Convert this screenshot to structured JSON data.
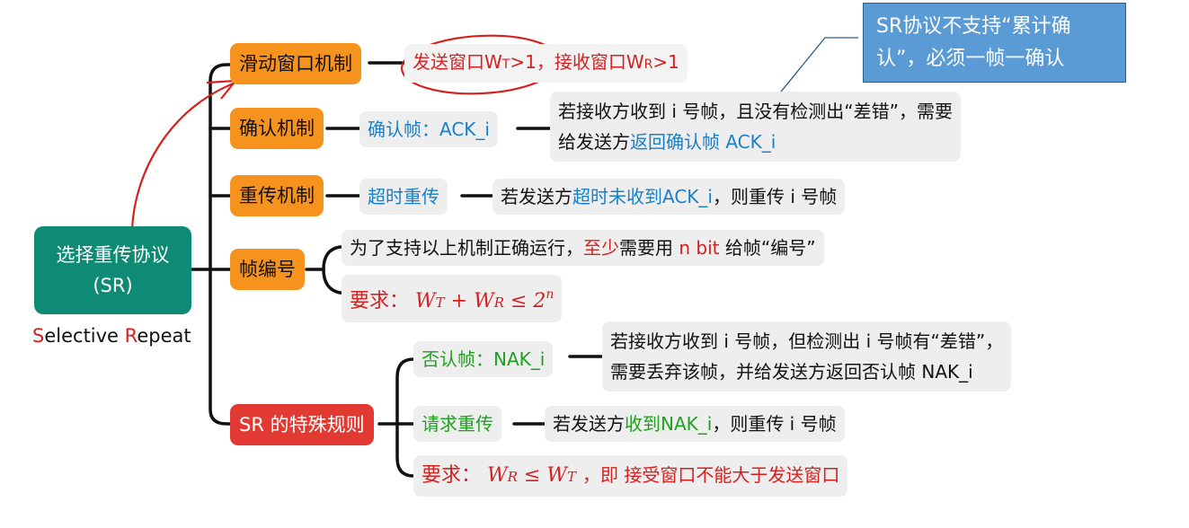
{
  "root": {
    "title_line1": "选择重传协议",
    "title_line2": "(SR)",
    "subtitle_S": "S",
    "subtitle_mid": "elective ",
    "subtitle_R": "R",
    "subtitle_end": "epeat"
  },
  "callout": {
    "line1": "SR协议不支持“累计确",
    "line2": "认”，必须一帧一确认"
  },
  "branches": {
    "window": {
      "label": "滑动窗口机制",
      "detail_a": "发送窗口W",
      "detail_a_sub": "T",
      "detail_a_tail": ">1，",
      "detail_b": "接收窗口W",
      "detail_b_sub": "R",
      "detail_b_tail": ">1"
    },
    "ack": {
      "label": "确认机制",
      "item": "确认帧：ACK_i",
      "desc_line1": "若接收方收到 i 号帧，且没有检测出“差错”，需要",
      "desc_line2_a": "给发送方",
      "desc_line2_b": "返回确认帧 ACK_i"
    },
    "retx": {
      "label": "重传机制",
      "item": "超时重传",
      "desc_a": "若发送方",
      "desc_b": "超时未收到ACK_i",
      "desc_c": "，则重传 i 号帧"
    },
    "numbering": {
      "label": "帧编号",
      "desc_a": "为了支持以上机制正确运行，",
      "desc_b": "至少",
      "desc_c": "需要用 ",
      "desc_d": "n bit",
      "desc_e": " 给帧“编号”",
      "req_label": "要求：",
      "req_math": "W",
      "req_sub1": "T",
      "req_plus": " + W",
      "req_sub2": "R",
      "req_rel": " ≤ 2",
      "req_sup": "n"
    },
    "special": {
      "label": "SR 的特殊规则",
      "nak_item": "否认帧：NAK_i",
      "nak_line1": "若接收方收到 i 号帧，但检测出 i 号帧有“差错”，",
      "nak_line2": "需要丢弃该帧，并给发送方返回否认帧 NAK_i",
      "req_item": "请求重传",
      "req_a": "若发送方",
      "req_b": "收到NAK_i",
      "req_c": "，则重传 i 号帧",
      "rule_label": "要求：",
      "rule_w1": "W",
      "rule_s1": "R",
      "rule_rel": " ≤ W",
      "rule_s2": "T",
      "rule_tail": "，即 接受窗口不能大于发送窗口"
    }
  }
}
